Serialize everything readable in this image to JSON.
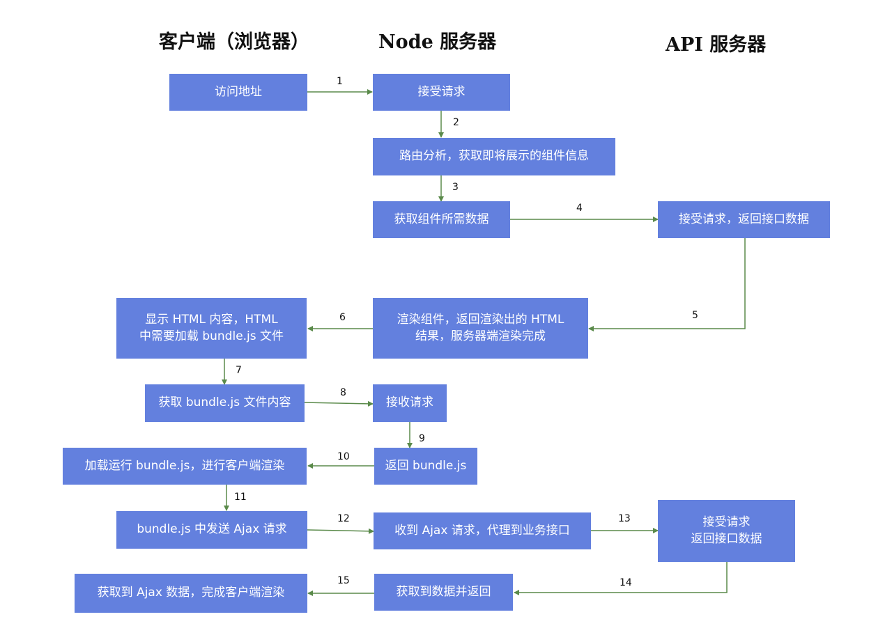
{
  "headers": {
    "client": "客户端（浏览器）",
    "node": "Node 服务器",
    "api": "API 服务器"
  },
  "boxes": {
    "visit": "访问地址",
    "accept": "接受请求",
    "route": "路由分析，获取即将展示的组件信息",
    "fetch_data": "获取组件所需数据",
    "api_accept1": "接受请求，返回接口数据",
    "render": "渲染组件，返回渲染出的 HTML\n结果，服务器端渲染完成",
    "show_html": "显示 HTML 内容，HTML\n中需要加载 bundle.js 文件",
    "get_bundle": "获取 bundle.js 文件内容",
    "recv": "接收请求",
    "return_bundle": "返回 bundle.js",
    "run_bundle": "加载运行 bundle.js，进行客户端渲染",
    "send_ajax": "bundle.js 中发送 Ajax 请求",
    "proxy": "收到 Ajax 请求，代理到业务接口",
    "api_accept2": "接受请求\n返回接口数据",
    "return_data": "获取到数据并返回",
    "complete": "获取到 Ajax 数据，完成客户端渲染"
  },
  "steps": [
    "1",
    "2",
    "3",
    "4",
    "5",
    "6",
    "7",
    "8",
    "9",
    "10",
    "11",
    "12",
    "13",
    "14",
    "15"
  ],
  "colors": {
    "box": "#6380de",
    "arrow": "#5a8a4a",
    "text": "#ffffff"
  }
}
